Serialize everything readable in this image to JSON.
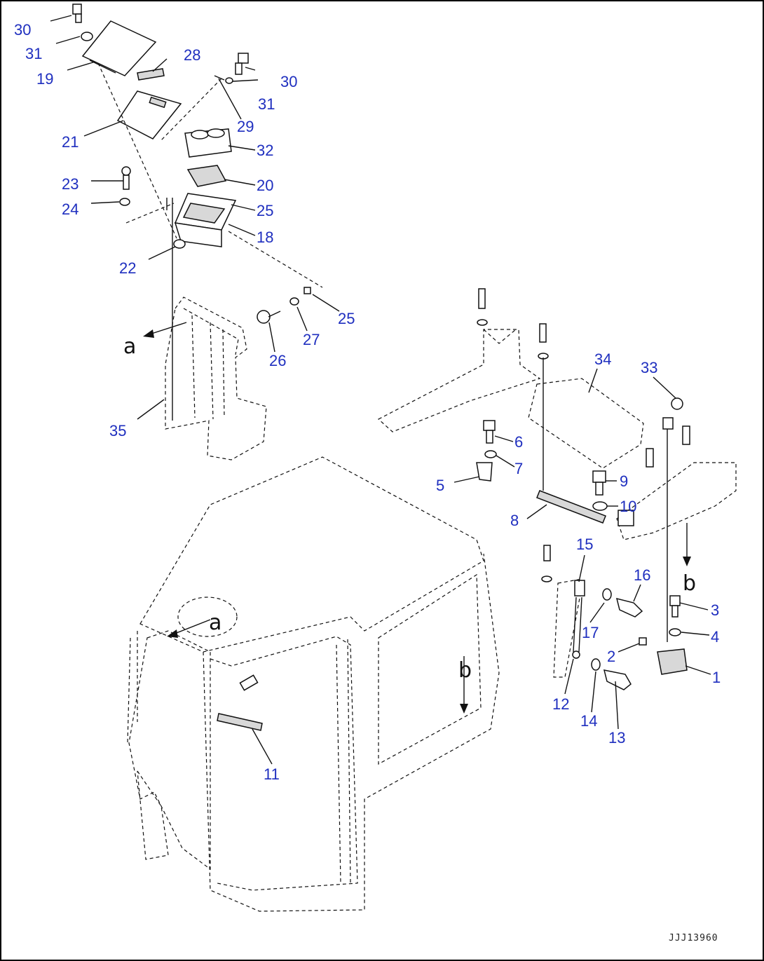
{
  "drawing_code": "JJJ13960",
  "ref_letters": {
    "a": "a",
    "b": "b"
  },
  "labels": {
    "p1": "1",
    "p2": "2",
    "p3": "3",
    "p4": "4",
    "p5": "5",
    "p6": "6",
    "p7": "7",
    "p8": "8",
    "p9": "9",
    "p10": "10",
    "p11": "11",
    "p12": "12",
    "p13": "13",
    "p14": "14",
    "p15": "15",
    "p16": "16",
    "p17": "17",
    "p18": "18",
    "p19": "19",
    "p20": "20",
    "p21": "21",
    "p22": "22",
    "p23": "23",
    "p24": "24",
    "p25a": "25",
    "p25b": "25",
    "p26": "26",
    "p27": "27",
    "p28": "28",
    "p29": "29",
    "p30a": "30",
    "p30b": "30",
    "p31a": "31",
    "p31b": "31",
    "p32": "32",
    "p33": "33",
    "p34": "34",
    "p35": "35"
  }
}
